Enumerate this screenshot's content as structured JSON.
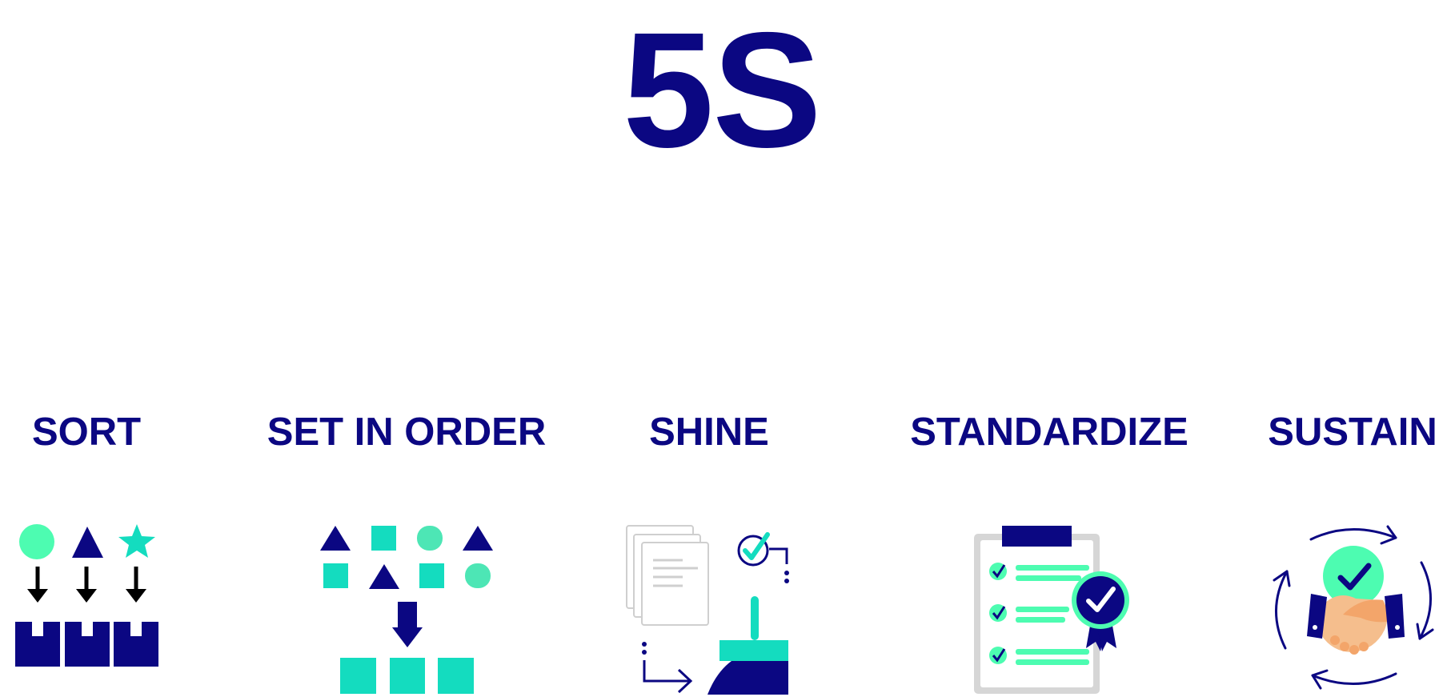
{
  "title": "5S",
  "colors": {
    "navy": "#0b0782",
    "teal": "#14dcbf",
    "mint": "#4dfcb1",
    "skin": "#f3a56a",
    "gray": "#d6d6d6"
  },
  "steps": [
    {
      "label": "SORT",
      "icon": "sort-icon"
    },
    {
      "label": "SET IN ORDER",
      "icon": "set-in-order-icon"
    },
    {
      "label": "SHINE",
      "icon": "shine-icon"
    },
    {
      "label": "STANDARDIZE",
      "icon": "standardize-icon"
    },
    {
      "label": "SUSTAIN",
      "icon": "sustain-icon"
    }
  ]
}
